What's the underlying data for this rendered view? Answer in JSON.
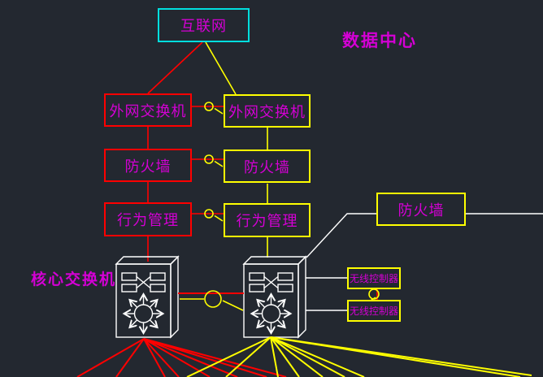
{
  "title": "数据中心",
  "labels": {
    "core_switch": "核心交换机"
  },
  "nodes": {
    "internet": {
      "label": "互联网"
    },
    "ext_switch_left": {
      "label": "外网交换机"
    },
    "ext_switch_right": {
      "label": "外网交换机"
    },
    "firewall_left": {
      "label": "防火墙"
    },
    "firewall_right": {
      "label": "防火墙"
    },
    "behavior_left": {
      "label": "行为管理"
    },
    "behavior_right": {
      "label": "行为管理"
    },
    "firewall_dc": {
      "label": "防火墙"
    },
    "wlc_top": {
      "label": "无线控制器"
    },
    "wlc_bottom": {
      "label": "无线控制器"
    }
  },
  "icons": {
    "core_switch_left": "multilayer-switch-icon",
    "core_switch_right": "multilayer-switch-icon",
    "link_node": "circle-link-connector-icon"
  },
  "colors": {
    "background": "#232830",
    "red": "#ff0000",
    "yellow": "#ffff00",
    "cyan": "#00dede",
    "magenta": "#d400d4",
    "white": "#ffffff"
  }
}
